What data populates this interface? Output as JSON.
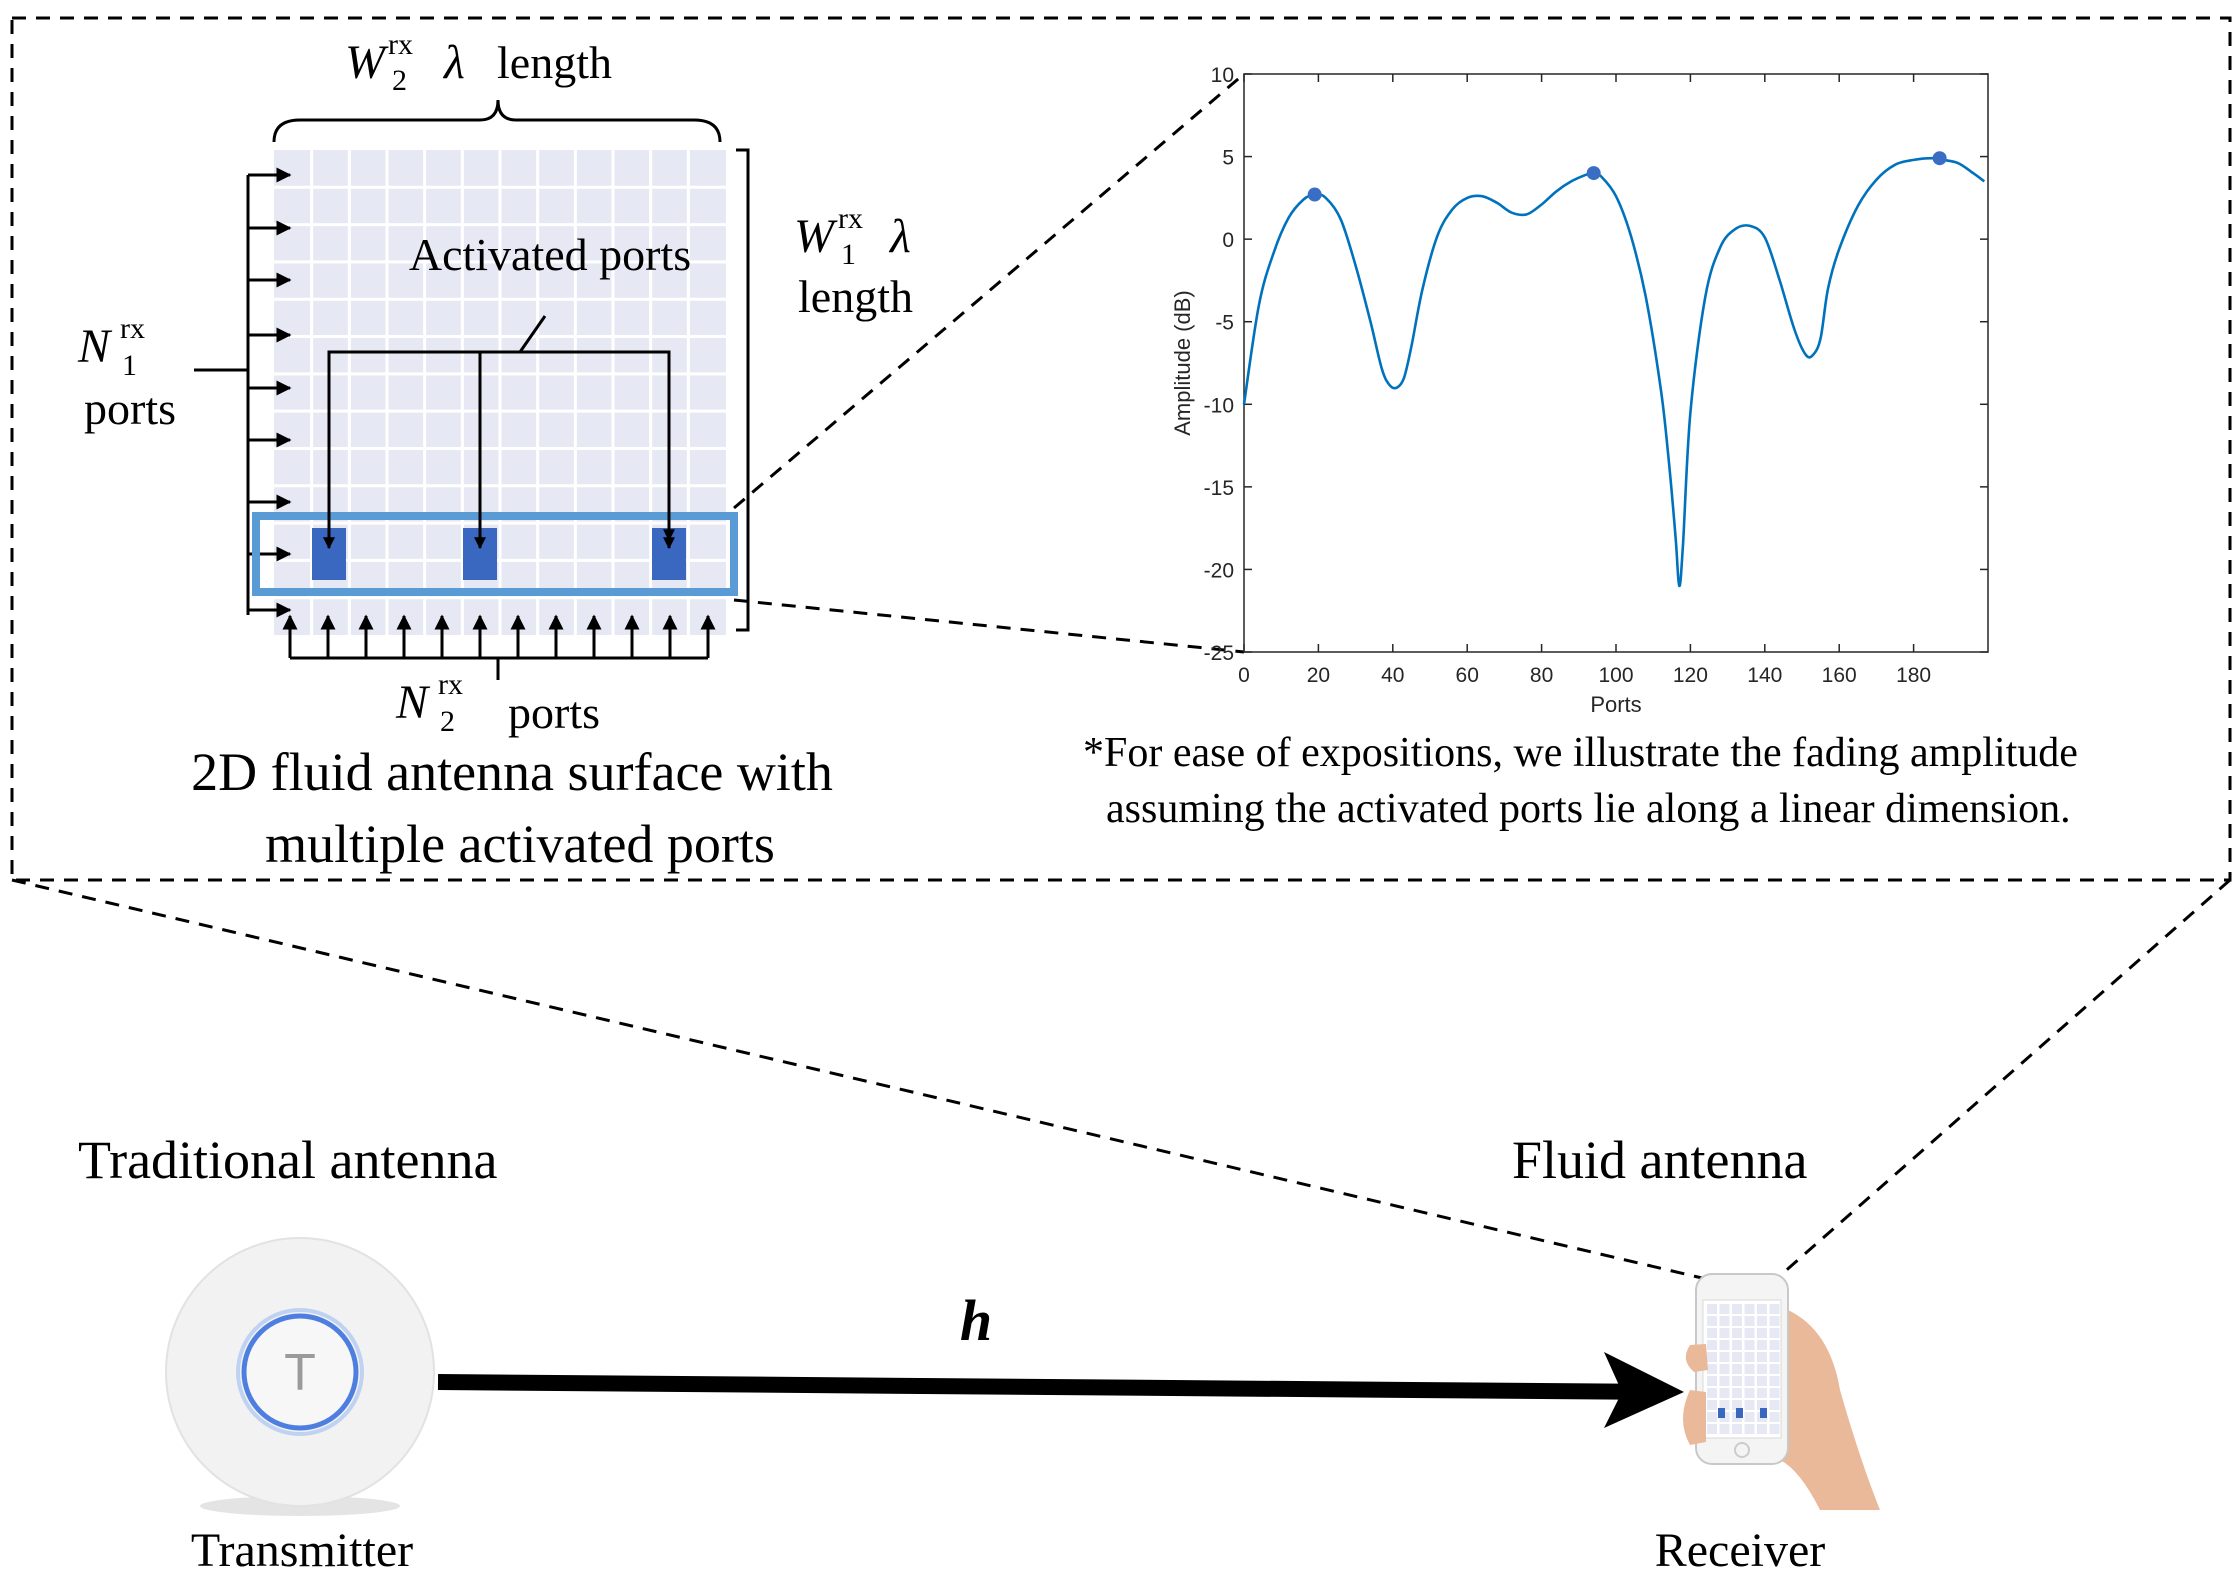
{
  "grid_panel": {
    "width_label_sym": "W",
    "width_label_sub": "2",
    "width_label_sup": "rx",
    "width_label_lambda": "λ",
    "width_label_word": "length",
    "height_label_sym": "W",
    "height_label_sub": "1",
    "height_label_sup": "rx",
    "height_label_lambda": "λ",
    "height_label_word": "length",
    "rows_label_sym": "N",
    "rows_label_sub": "1",
    "rows_label_sup": "rx",
    "rows_label_word": "ports",
    "cols_label_sym": "N",
    "cols_label_sub": "2",
    "cols_label_sup": "rx",
    "cols_label_word": "ports",
    "activated_label": "Activated ports",
    "caption_line1": "2D fluid antenna surface with",
    "caption_line2": "multiple activated ports"
  },
  "chart_note": {
    "line1": "*For ease of expositions, we illustrate the fading amplitude",
    "line2": "assuming the activated ports lie along a linear dimension."
  },
  "scene": {
    "traditional_label": "Traditional antenna",
    "fluid_label": "Fluid antenna",
    "transmitter_label": "Transmitter",
    "receiver_label": "Receiver",
    "channel_label": "h",
    "transmitter_icon_letter": "T"
  },
  "colors": {
    "grid_bg": "#e6e9f3",
    "port_fill": "#3a67c0",
    "highlight_border": "#5b9bd5",
    "curve": "#0072bd",
    "marker": "#3a6ec4"
  },
  "chart_data": {
    "type": "line",
    "xlabel": "Ports",
    "ylabel": "Amplitude (dB)",
    "xlim": [
      0,
      200
    ],
    "ylim": [
      -25,
      10
    ],
    "xticks": [
      0,
      20,
      40,
      60,
      80,
      100,
      120,
      140,
      160,
      180
    ],
    "yticks": [
      10,
      5,
      0,
      -5,
      -10,
      -15,
      -20,
      -25
    ],
    "series": [
      {
        "x": [
          0,
          4,
          8,
          12,
          16,
          19,
          22,
          26,
          30,
          34,
          37,
          39,
          41,
          43,
          45,
          48,
          52,
          56,
          60,
          64,
          68,
          72,
          76,
          80,
          84,
          88,
          92,
          94,
          96,
          100,
          104,
          108,
          112,
          114,
          116,
          117,
          118,
          120,
          124,
          128,
          132,
          136,
          140,
          144,
          148,
          151,
          153,
          155,
          157,
          160,
          165,
          170,
          175,
          180,
          185,
          188,
          192,
          196,
          199
        ],
        "y": [
          -10.0,
          -4.0,
          -0.8,
          1.3,
          2.4,
          2.7,
          2.5,
          1.2,
          -1.6,
          -5.0,
          -7.8,
          -8.8,
          -9.0,
          -8.4,
          -6.5,
          -3.0,
          0.2,
          1.8,
          2.5,
          2.6,
          2.2,
          1.6,
          1.5,
          2.1,
          2.9,
          3.5,
          3.9,
          4.0,
          3.8,
          2.6,
          0.2,
          -3.5,
          -9.0,
          -13.0,
          -18.0,
          -21.0,
          -18.5,
          -10.5,
          -3.5,
          -0.5,
          0.6,
          0.8,
          0.1,
          -2.5,
          -5.5,
          -7.0,
          -7.0,
          -6.0,
          -3.0,
          -0.6,
          2.0,
          3.6,
          4.5,
          4.8,
          4.9,
          4.8,
          4.6,
          4.0,
          3.5
        ]
      }
    ],
    "highlighted_points": [
      {
        "x": 19,
        "y": 2.7
      },
      {
        "x": 94,
        "y": 4.0
      },
      {
        "x": 187,
        "y": 4.9
      }
    ]
  }
}
